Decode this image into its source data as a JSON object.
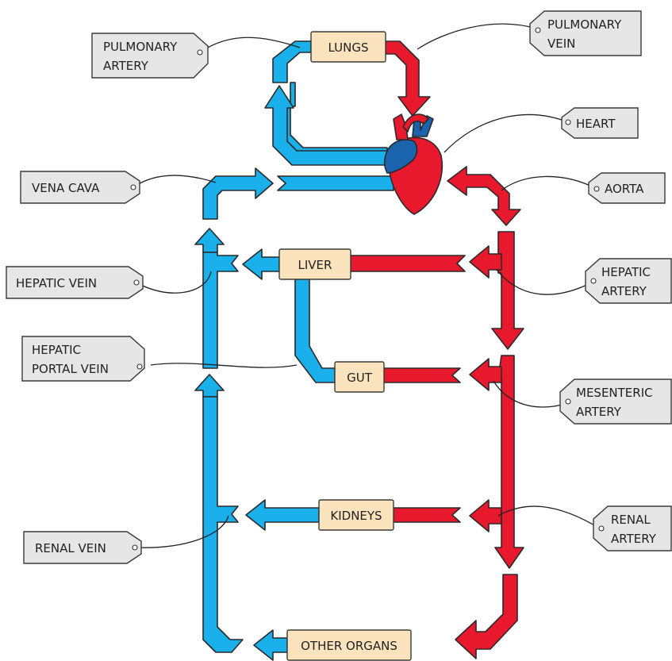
{
  "organs": {
    "lungs": "LUNGS",
    "liver": "LIVER",
    "gut": "GUT",
    "kidneys": "KIDNEYS",
    "other_organs": "OTHER  ORGANS"
  },
  "labels": {
    "pulmonary_artery": [
      "PULMONARY",
      "ARTERY"
    ],
    "pulmonary_vein": [
      "PULMONARY",
      "VEIN"
    ],
    "heart": [
      "HEART"
    ],
    "vena_cava": [
      "VENA  CAVA"
    ],
    "aorta": [
      "AORTA"
    ],
    "hepatic_vein": [
      "HEPATIC  VEIN"
    ],
    "hepatic_artery": [
      "HEPATIC",
      "ARTERY"
    ],
    "hepatic_portal_vein": [
      "HEPATIC",
      "PORTAL  VEIN"
    ],
    "mesenteric_artery": [
      "MESENTERIC",
      "ARTERY"
    ],
    "renal_vein": [
      "RENAL  VEIN"
    ],
    "renal_artery": [
      "RENAL",
      "ARTERY"
    ]
  },
  "colors": {
    "deoxygenated_vessel": "#1ab0ec",
    "oxygenated_vessel": "#e8192c",
    "organ_box": "#fbe3bd",
    "label_tag": "#e6e6e6"
  }
}
